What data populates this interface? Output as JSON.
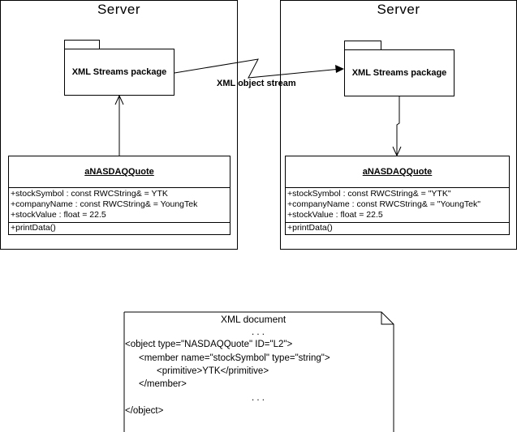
{
  "servers": [
    {
      "title": "Server"
    },
    {
      "title": "Server"
    }
  ],
  "left": {
    "package_label": "XML Streams package",
    "class_name": "aNASDAQQuote",
    "attributes": [
      "+stockSymbol : const RWCString& = YTK",
      "+companyName : const RWCString& = YoungTek",
      "+stockValue : float = 22.5"
    ],
    "operations": [
      "+printData()"
    ]
  },
  "right": {
    "package_label": "XML Streams package",
    "class_name": "aNASDAQQuote",
    "attributes": [
      "+stockSymbol : const RWCString& = \"YTK\"",
      "+companyName : const RWCString& = \"YoungTek\"",
      "+stockValue : float = 22.5"
    ],
    "operations": [
      "+printData()"
    ]
  },
  "stream_label": "XML object stream",
  "xml_document": {
    "title": "XML document",
    "lines": [
      ". . .",
      "<object type=\"NASDAQQuote\" ID=\"L2\">",
      "<member name=\"stockSymbol\" type=\"string\">",
      "<primitive>YTK</primitive>",
      "</member>",
      ". . .",
      "</object>"
    ]
  }
}
